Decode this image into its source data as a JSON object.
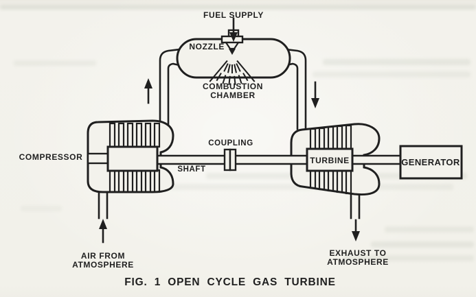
{
  "figure": {
    "caption": "FIG. 1 OPEN CYCLE GAS TURBINE",
    "labels": {
      "fuel_supply": "FUEL SUPPLY",
      "nozzle": "NOZZLE",
      "combustion_chamber_line1": "COMBUSTION",
      "combustion_chamber_line2": "CHAMBER",
      "compressor": "COMPRESSOR",
      "coupling": "COUPLING",
      "shaft": "SHAFT",
      "turbine": "TURBINE",
      "generator": "GENERATOR",
      "air_line1": "AIR FROM",
      "air_line2": "ATMOSPHERE",
      "exhaust_line1": "EXHAUST TO",
      "exhaust_line2": "ATMOSPHERE"
    },
    "flow_arrows": [
      "fuel-supply-down",
      "compressor-to-chamber-up",
      "chamber-to-turbine-down",
      "air-intake-up",
      "exhaust-down"
    ],
    "colors": {
      "ink": "#1f1f1f",
      "paper": "#f3f2ec"
    }
  }
}
